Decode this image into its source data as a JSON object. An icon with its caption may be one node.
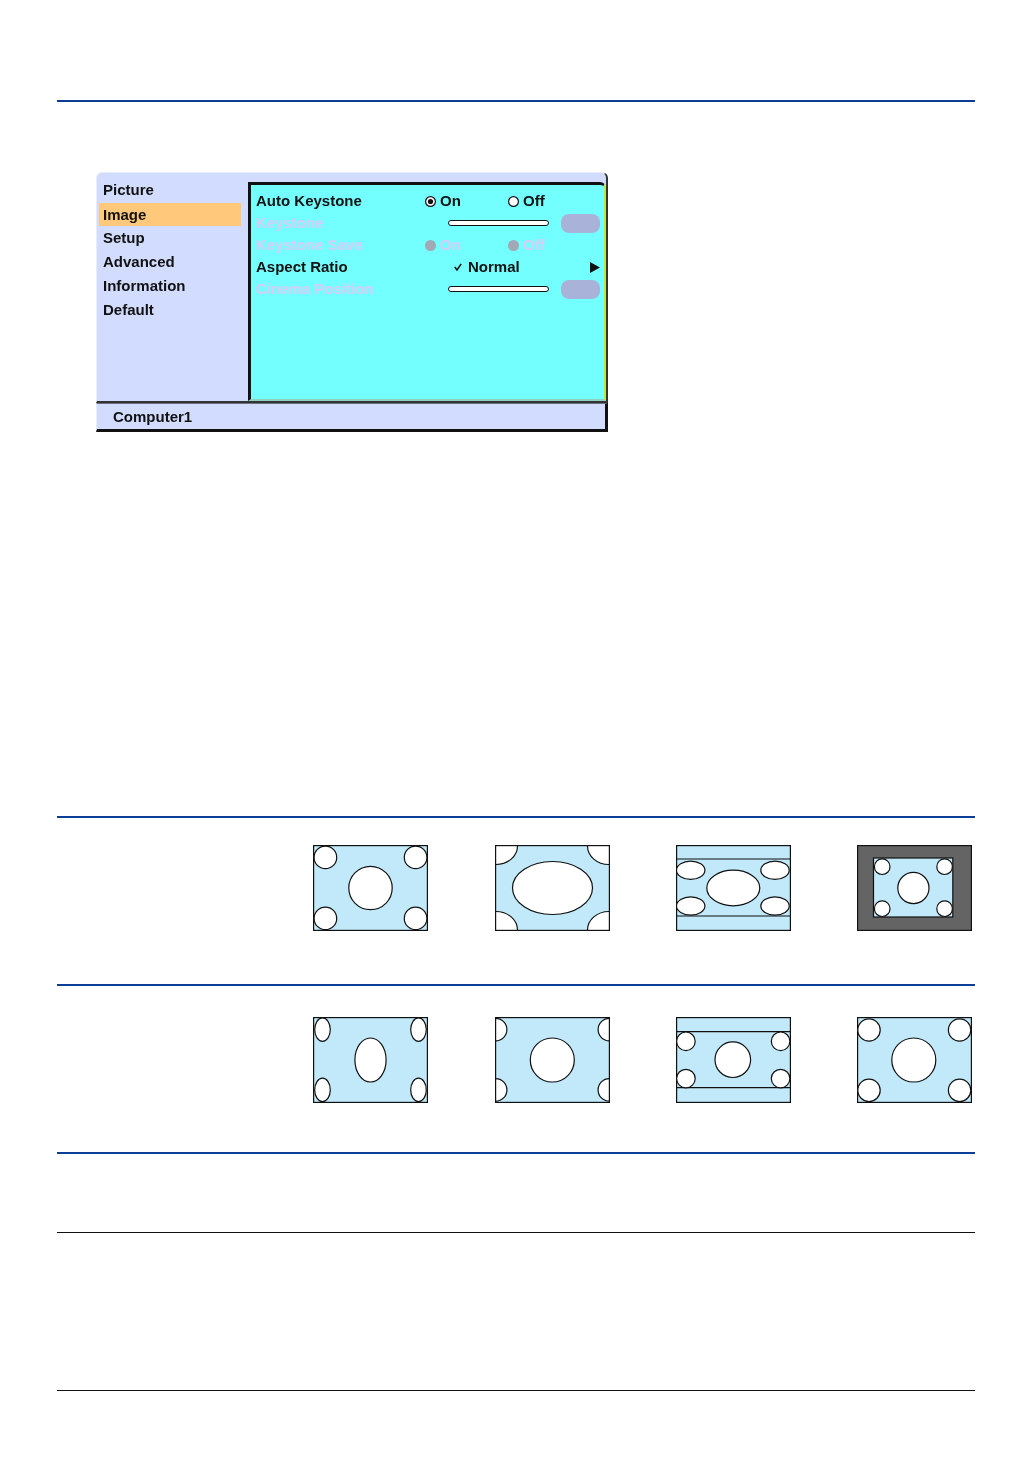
{
  "diagram": {
    "labels": [
      "Picture",
      "Image",
      "Setup",
      "Advanced",
      "Information",
      "Default",
      "Auto Keystone",
      "On",
      "Off",
      "Keystone",
      "Keystone Save",
      "On",
      "Off",
      "Aspect Ratio",
      "Normal",
      "Cinema Position",
      "Computer1"
    ]
  }
}
